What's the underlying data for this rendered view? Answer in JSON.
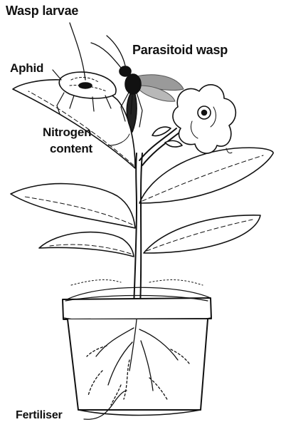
{
  "labels": {
    "wasp_larvae": "Wasp larvae",
    "aphid": "Aphid",
    "parasitoid_wasp": "Parasitoid wasp",
    "nitrogen": "Nitrogen",
    "content": "content",
    "fertiliser": "Fertiliser"
  },
  "colors": {
    "ink": "#111111",
    "wing": "#9a9a9a",
    "paper": "#ffffff"
  }
}
